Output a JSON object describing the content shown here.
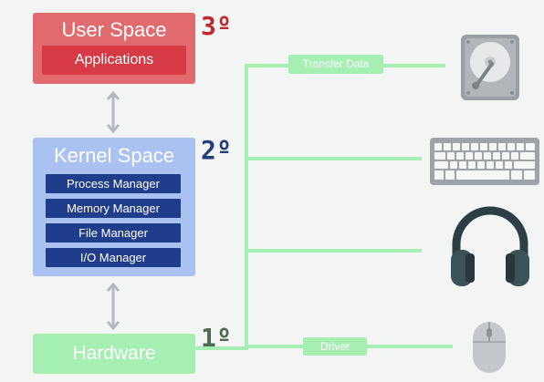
{
  "user_space": {
    "title": "User Space",
    "applications": "Applications",
    "level": "3º"
  },
  "kernel_space": {
    "title": "Kernel Space",
    "managers": [
      "Process Manager",
      "Memory Manager",
      "File Manager",
      "I/O Manager"
    ],
    "level": "2º"
  },
  "hardware": {
    "title": "Hardware",
    "level": "1º"
  },
  "bus": {
    "transfer_label": "Transfer Data",
    "driver_label": "Driver"
  },
  "devices": [
    "hard-drive-icon",
    "keyboard-icon",
    "headphones-icon",
    "mouse-icon"
  ],
  "colors": {
    "user_space": "#e06a6e",
    "applications": "#d63a45",
    "kernel_space": "#a9c2f2",
    "manager": "#1f3d8a",
    "hardware": "#a4efb1",
    "level_3": "#c0282e",
    "level_2": "#233f7a",
    "level_1": "#4c6b52"
  }
}
